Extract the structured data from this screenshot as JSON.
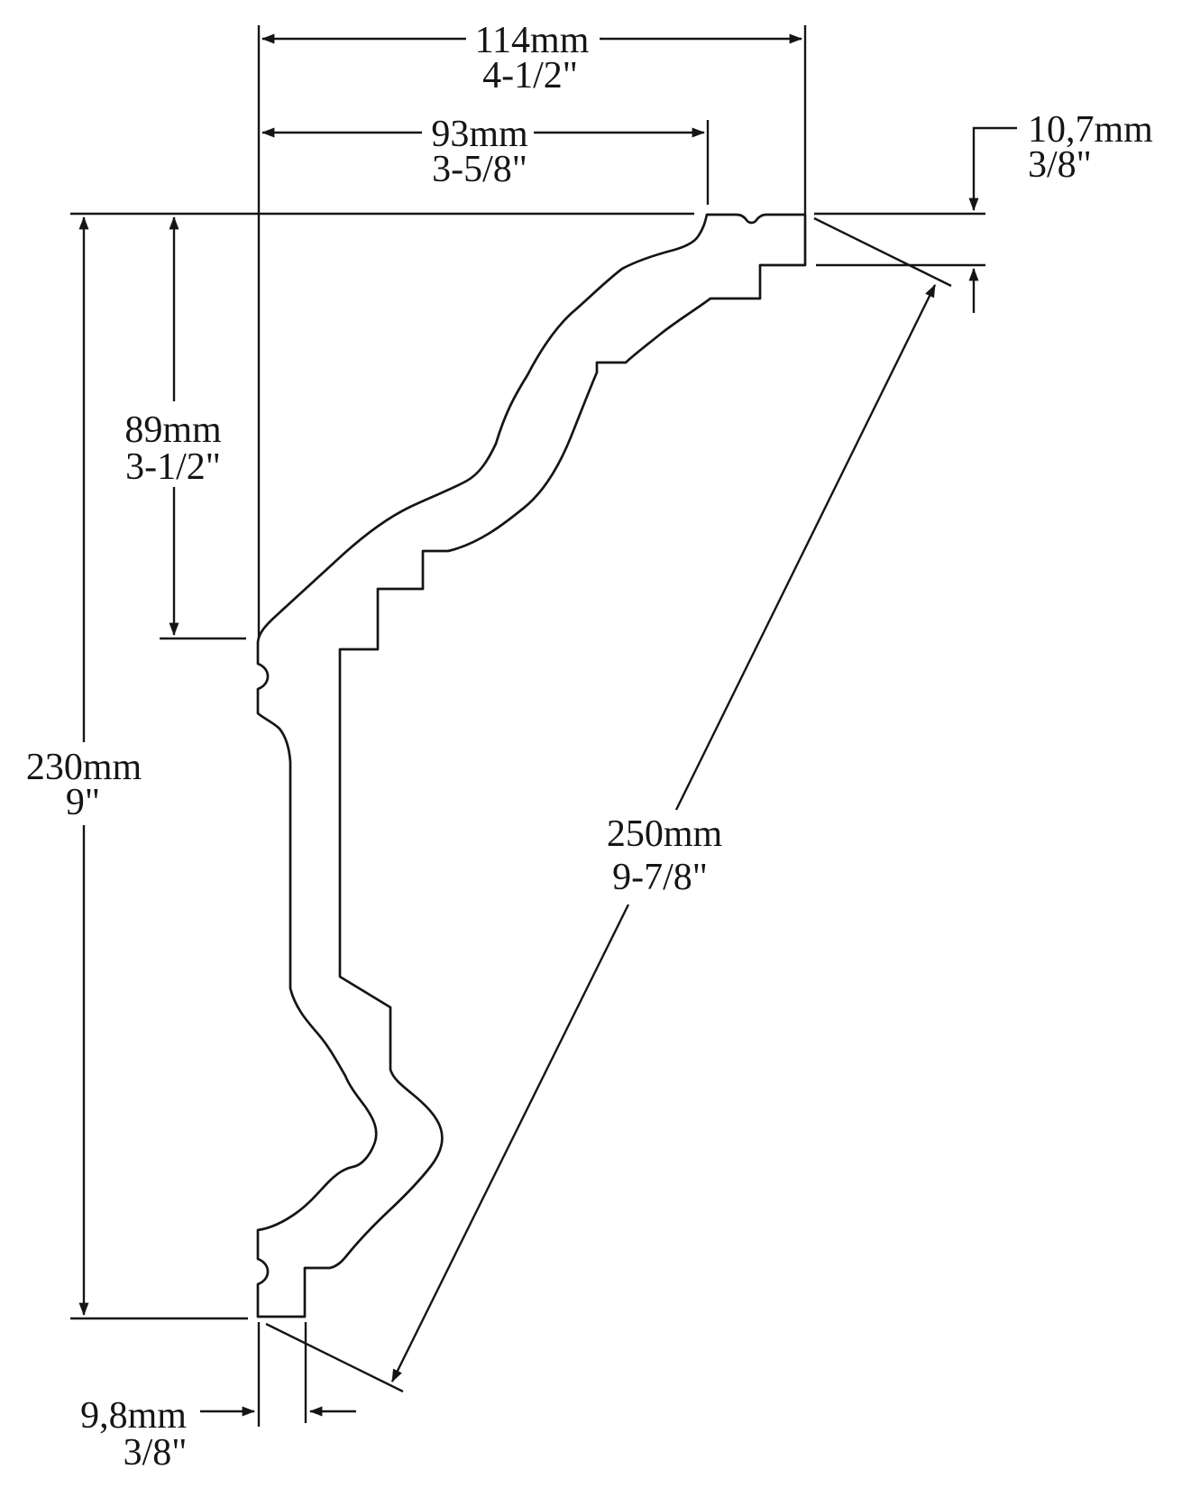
{
  "drawing": {
    "description": "Crown moulding cornice cross-section technical drawing",
    "dimensions": {
      "overall_width": {
        "mm": "114mm",
        "inch": "4-1/2\""
      },
      "upper_width": {
        "mm": "93mm",
        "inch": "3-5/8\""
      },
      "top_thickness": {
        "mm": "10,7mm",
        "inch": "3/8\""
      },
      "upper_height": {
        "mm": "89mm",
        "inch": "3-1/2\""
      },
      "overall_height": {
        "mm": "230mm",
        "inch": "9\""
      },
      "face_length": {
        "mm": "250mm",
        "inch": "9-7/8\""
      },
      "bottom_thickness": {
        "mm": "9,8mm",
        "inch": "3/8\""
      }
    },
    "colors": {
      "line": "#151515",
      "background": "#ffffff"
    }
  }
}
